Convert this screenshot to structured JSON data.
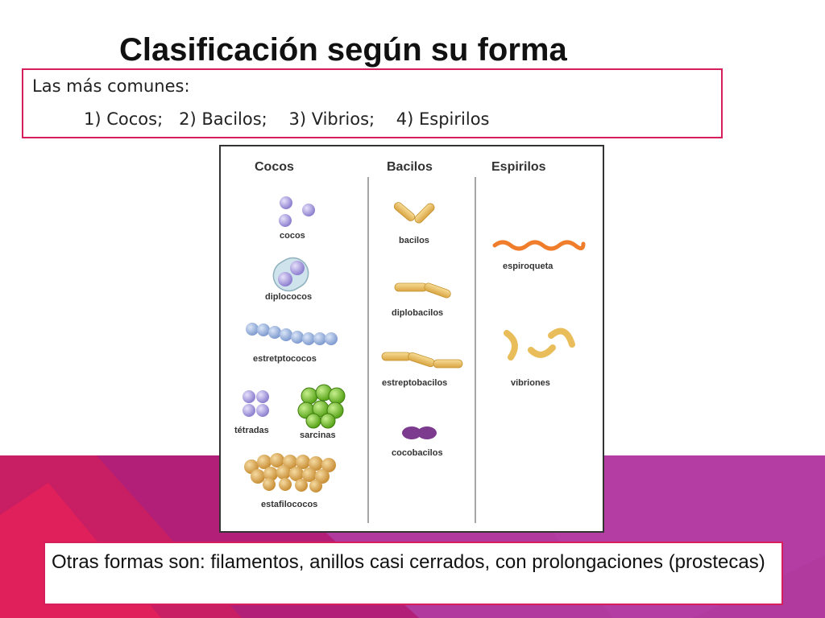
{
  "slide": {
    "title": "Clasificación según su forma",
    "intro": {
      "line1": "Las más comunes:",
      "line2": "1) Cocos;   2) Bacilos;    3) Vibrios;    4) Espirilos"
    },
    "footer_text": "Otras formas son: filamentos, anillos casi cerrados, con prolongaciones (prostecas)"
  },
  "figure": {
    "columns": [
      "Cocos",
      "Bacilos",
      "Espirilos"
    ],
    "labels": {
      "cocos": "cocos",
      "diplococos": "diplococos",
      "estreptococos": "estretptococos",
      "tetradas": "tétradas",
      "sarcinas": "sarcinas",
      "estafilococos": "estafilococos",
      "bacilos": "bacilos",
      "diplobacilos": "diplobacilos",
      "estreptobacilos": "estreptobacilos",
      "cocobacilos": "cocobacilos",
      "espiroqueta": "espiroqueta",
      "vibriones": "vibriones"
    }
  },
  "colors": {
    "accent_pink": "#d61e5c",
    "band_magenta": "#b21f78",
    "band_purple": "#b03a9e",
    "cocci_purple": "#a99cdc",
    "bacilli_yellow": "#e8bd5a",
    "staph_tan": "#d9a44c",
    "sarcina_green": "#7cc12c",
    "cocobacilo_purple": "#7c3b8e",
    "spirochete_orange": "#ef7d2b"
  }
}
